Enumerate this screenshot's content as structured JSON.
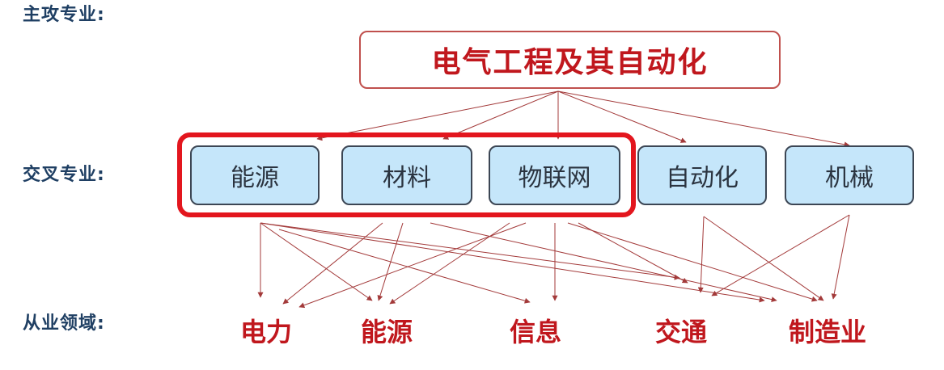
{
  "row_labels": {
    "main": "主攻专业:",
    "cross": "交叉专业:",
    "field": "从业领域:"
  },
  "main_major": "电气工程及其自动化",
  "cross_majors": [
    "能源",
    "材料",
    "物联网",
    "自动化",
    "机械"
  ],
  "fields": [
    "电力",
    "能源",
    "信息",
    "交通",
    "制造业"
  ],
  "colors": {
    "accent_red": "#c0171d",
    "highlight_red": "#e3161e",
    "node_fill": "#c5e6fa",
    "arrow": "#a33a3a",
    "label_navy": "#1f3f63"
  }
}
